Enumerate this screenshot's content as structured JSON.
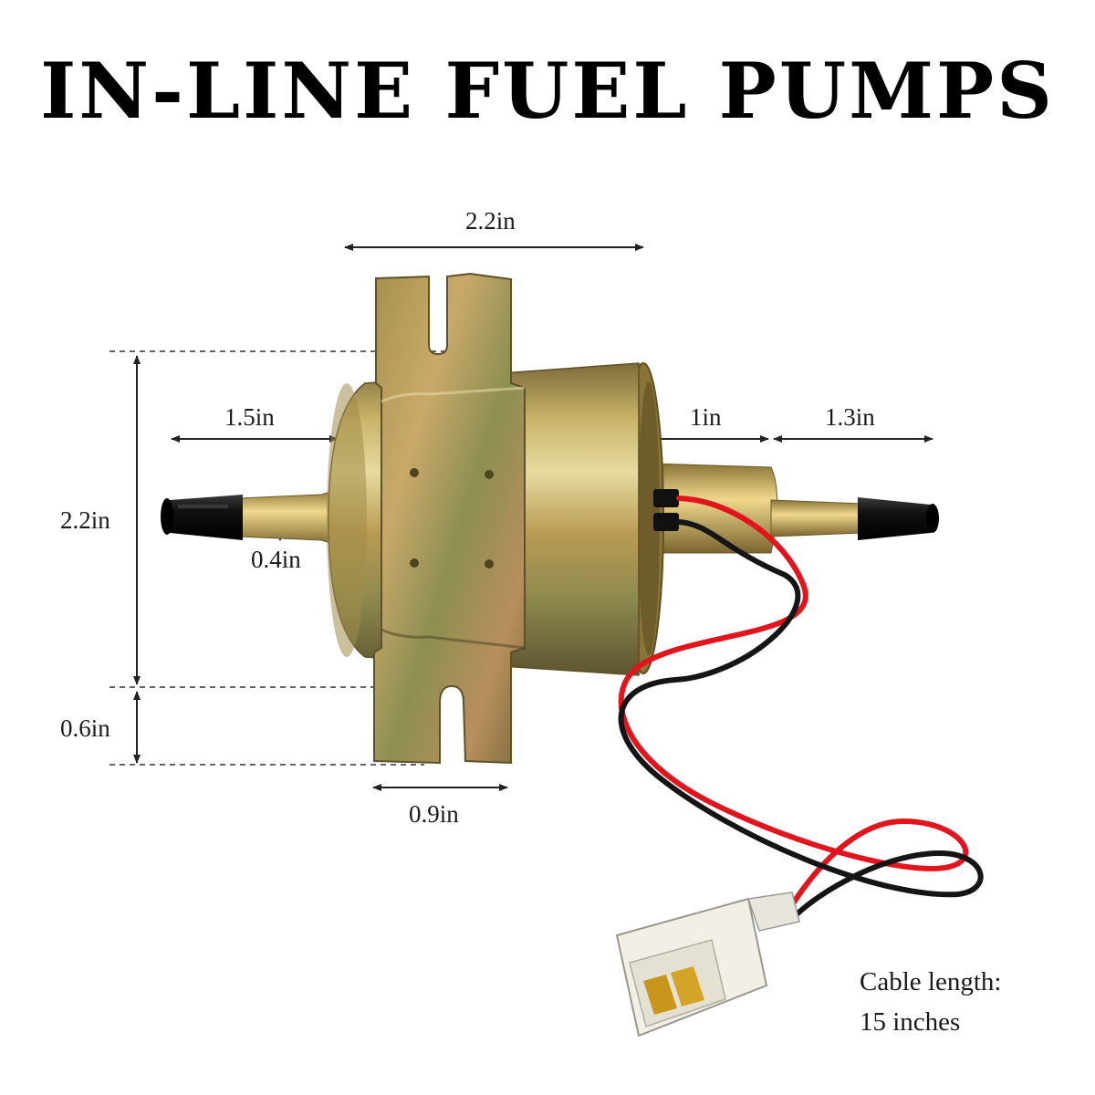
{
  "title": "IN-LINE FUEL PUMPS",
  "dimensions": {
    "top_width": "2.2in",
    "left_nozzle": "1.5in",
    "right_nozzle_body": "1in",
    "right_nozzle_tip": "1.3in",
    "body_height": "2.2in",
    "nozzle_diameter": "0.4in",
    "bracket_height": "0.6in",
    "bracket_width": "0.9in"
  },
  "cable_note": {
    "line1": "Cable length:",
    "line2": "15 inches"
  },
  "colors": {
    "brass": "#b8a054",
    "wire_red": "#e3141c",
    "wire_black": "#151515",
    "cap_black": "#111111",
    "connector": "#f2f0e6"
  }
}
